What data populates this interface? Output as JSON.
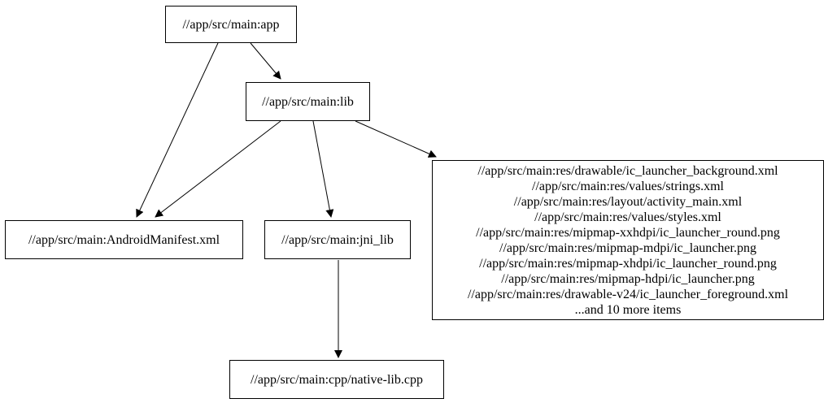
{
  "graph": {
    "background_color": "#ffffff",
    "node_border_color": "#000000",
    "edge_color": "#000000",
    "text_color": "#000000",
    "nodes": [
      {
        "id": "app",
        "label": "//app/src/main:app"
      },
      {
        "id": "lib",
        "label": "//app/src/main:lib"
      },
      {
        "id": "manifest",
        "label": "//app/src/main:AndroidManifest.xml"
      },
      {
        "id": "jni_lib",
        "label": "//app/src/main:jni_lib"
      },
      {
        "id": "resources",
        "label_lines": [
          "//app/src/main:res/drawable/ic_launcher_background.xml",
          "//app/src/main:res/values/strings.xml",
          "//app/src/main:res/layout/activity_main.xml",
          "//app/src/main:res/values/styles.xml",
          "//app/src/main:res/mipmap-xxhdpi/ic_launcher_round.png",
          "//app/src/main:res/mipmap-mdpi/ic_launcher.png",
          "//app/src/main:res/mipmap-xhdpi/ic_launcher_round.png",
          "//app/src/main:res/mipmap-hdpi/ic_launcher.png",
          "//app/src/main:res/drawable-v24/ic_launcher_foreground.xml",
          "...and 10 more items"
        ]
      },
      {
        "id": "native",
        "label": "//app/src/main:cpp/native-lib.cpp"
      }
    ],
    "edges": [
      {
        "from": "app",
        "to": "lib"
      },
      {
        "from": "app",
        "to": "manifest"
      },
      {
        "from": "lib",
        "to": "manifest"
      },
      {
        "from": "lib",
        "to": "jni_lib"
      },
      {
        "from": "lib",
        "to": "resources"
      },
      {
        "from": "jni_lib",
        "to": "native"
      }
    ]
  }
}
